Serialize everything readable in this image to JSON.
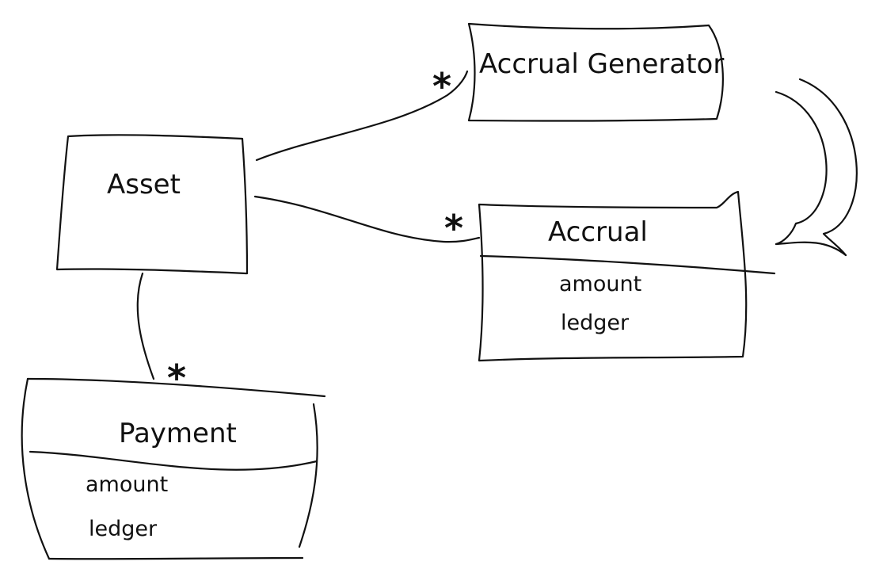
{
  "classes": {
    "asset": {
      "name": "Asset"
    },
    "accrual_generator": {
      "name": "Accrual Generator"
    },
    "accrual": {
      "name": "Accrual",
      "attributes": [
        "amount",
        "ledger"
      ]
    },
    "payment": {
      "name": "Payment",
      "attributes": [
        "amount",
        "ledger"
      ]
    }
  },
  "associations": {
    "asset_generator": {
      "multiplicity": "*"
    },
    "asset_accrual": {
      "multiplicity": "*"
    },
    "asset_payment": {
      "multiplicity": "*"
    }
  }
}
